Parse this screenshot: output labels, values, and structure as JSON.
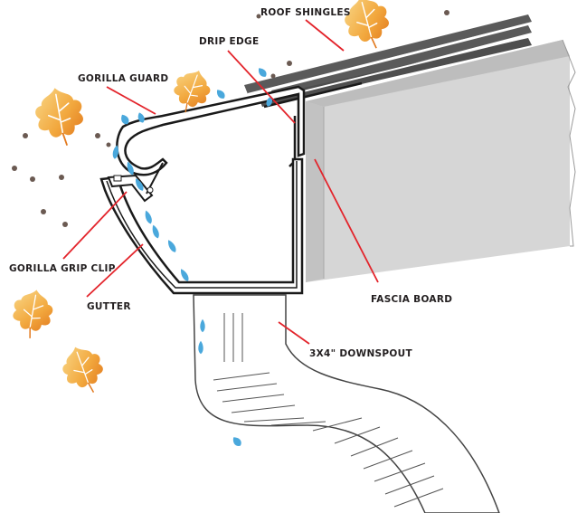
{
  "labels": {
    "roof_shingles": "ROOF SHINGLES",
    "drip_edge": "DRIP EDGE",
    "gorilla_guard": "GORILLA GUARD",
    "gorilla_grip_clip": "GORILLA GRIP CLIP",
    "gutter": "GUTTER",
    "fascia_board": "FASCIA BOARD",
    "downspout": "3X4\" DOWNSPOUT"
  },
  "colors": {
    "leader_line": "#e3242b",
    "fascia": "#d4d4d4",
    "fascia_dark": "#b9b9b9",
    "shingles": "#555555",
    "water": "#4aa8dc",
    "leaf_orange": "#f0a23a",
    "leaf_yellow": "#f6cf7a",
    "debris": "#6b5a52"
  }
}
